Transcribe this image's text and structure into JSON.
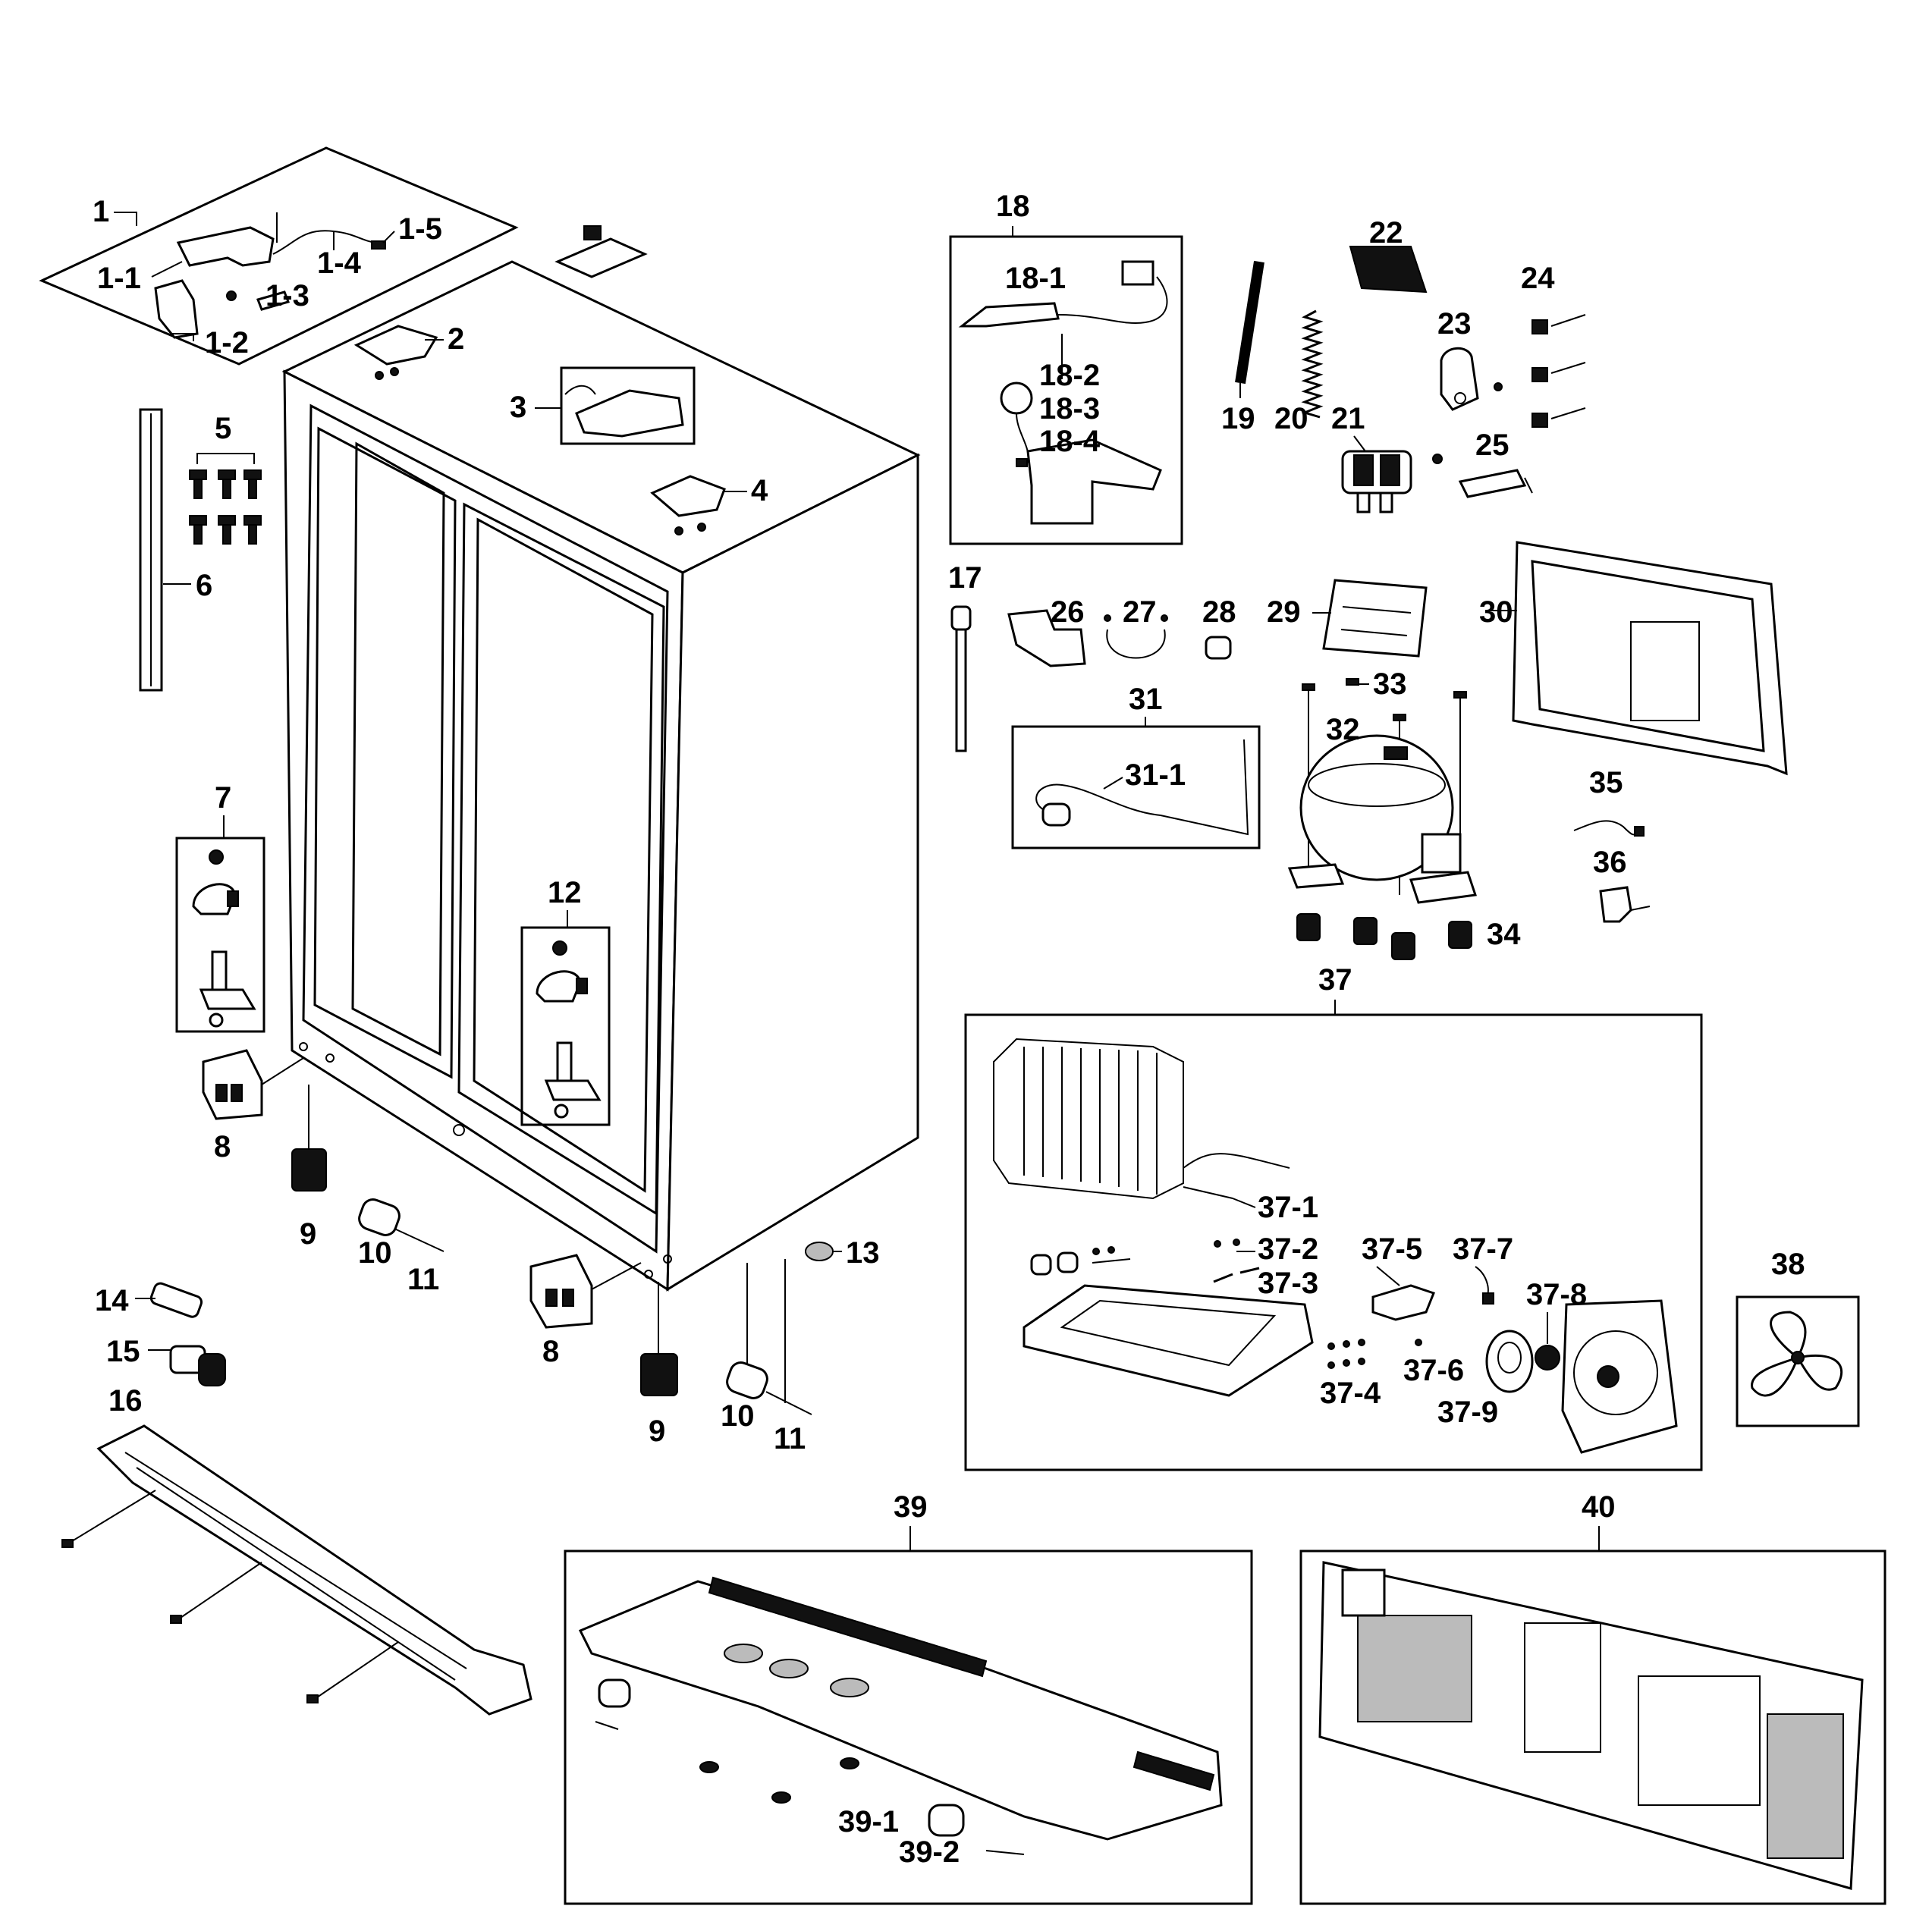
{
  "diagram": {
    "callouts": {
      "c1": "1",
      "c1_1": "1-1",
      "c1_2": "1-2",
      "c1_3": "1-3",
      "c1_4": "1-4",
      "c1_5": "1-5",
      "c2": "2",
      "c3": "3",
      "c4": "4",
      "c5": "5",
      "c6": "6",
      "c7": "7",
      "c8a": "8",
      "c8b": "8",
      "c9a": "9",
      "c9b": "9",
      "c10a": "10",
      "c10b": "10",
      "c11a": "11",
      "c11b": "11",
      "c12": "12",
      "c13": "13",
      "c14": "14",
      "c15": "15",
      "c16": "16",
      "c17": "17",
      "c18": "18",
      "c18_1": "18-1",
      "c18_2": "18-2",
      "c18_3": "18-3",
      "c18_4": "18-4",
      "c19": "19",
      "c20": "20",
      "c21": "21",
      "c22": "22",
      "c23": "23",
      "c24": "24",
      "c25": "25",
      "c26": "26",
      "c27": "27",
      "c28": "28",
      "c29": "29",
      "c30": "30",
      "c31": "31",
      "c31_1": "31-1",
      "c32": "32",
      "c33": "33",
      "c34": "34",
      "c35": "35",
      "c36": "36",
      "c37": "37",
      "c37_1": "37-1",
      "c37_2": "37-2",
      "c37_3": "37-3",
      "c37_4": "37-4",
      "c37_5": "37-5",
      "c37_6": "37-6",
      "c37_7": "37-7",
      "c37_8": "37-8",
      "c37_9": "37-9",
      "c38": "38",
      "c39": "39",
      "c39_1": "39-1",
      "c39_2": "39-2",
      "c40": "40"
    }
  }
}
